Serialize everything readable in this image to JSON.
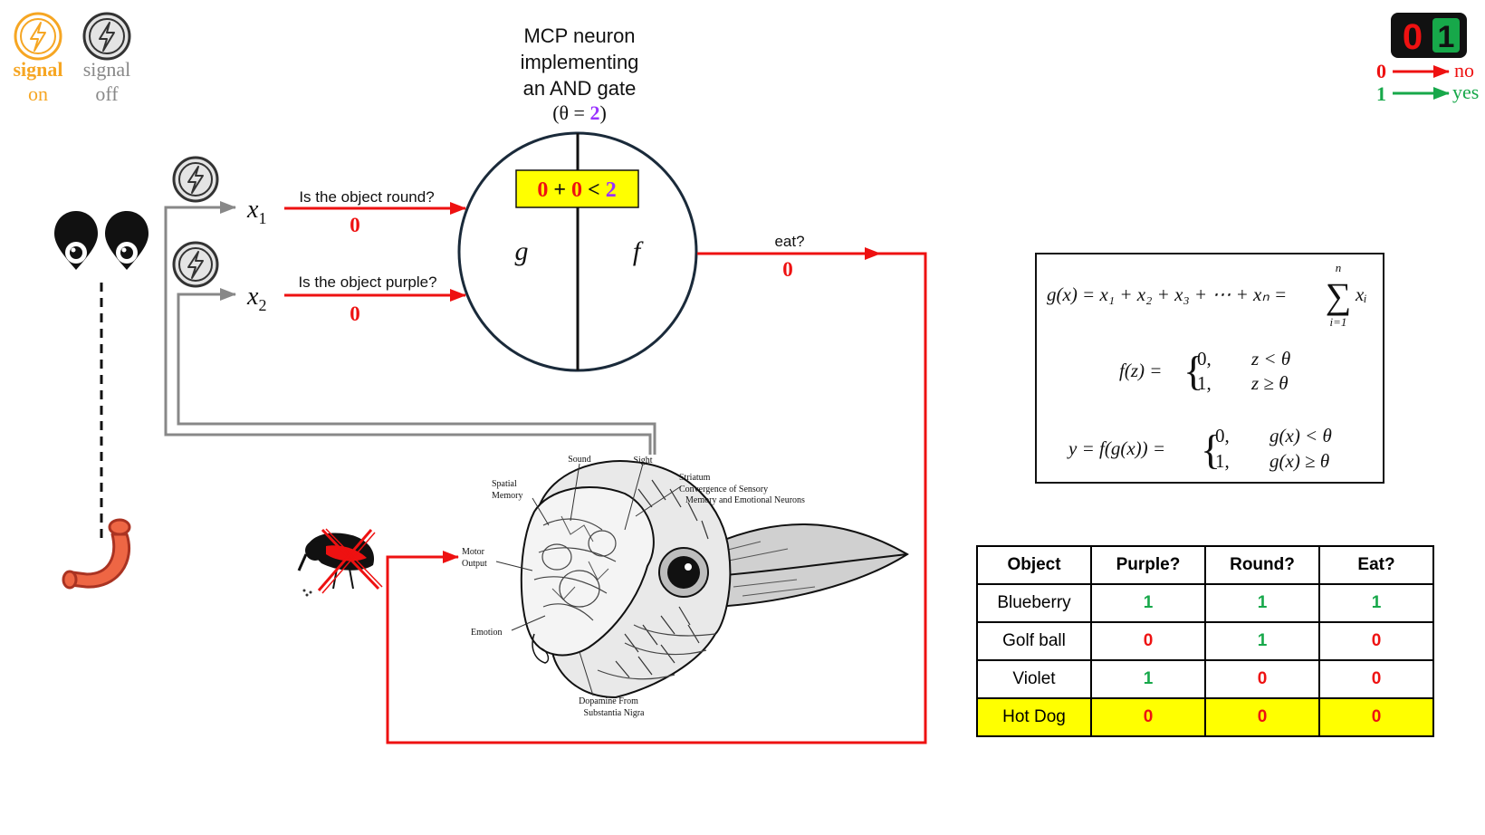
{
  "colors": {
    "signal_on": "#f6a623",
    "signal_off": "#888888",
    "zero_red": "#ee1111",
    "one_green": "#17a84a",
    "theta_purple": "#9933ff",
    "highlight_yellow": "#ffff00"
  },
  "legend": {
    "signal_word": "signal",
    "on_word": "on",
    "off_word": "off",
    "zero_digit": "0",
    "one_digit": "1",
    "no_label": "no",
    "yes_label": "yes"
  },
  "neuron": {
    "title_line1": "MCP neuron",
    "title_line2": "implementing",
    "title_line3": "an AND gate",
    "theta_prefix": "(θ = ",
    "theta_value": "2",
    "theta_suffix": ")",
    "box_a": "0",
    "box_plus": " + ",
    "box_b": "0",
    "box_lt": " < ",
    "box_theta": "2",
    "g_label": "g",
    "f_label": "f"
  },
  "inputs": [
    {
      "var": "x",
      "sub": "1",
      "question": "Is the object round?",
      "value": "0"
    },
    {
      "var": "x",
      "sub": "2",
      "question": "Is the object purple?",
      "value": "0"
    }
  ],
  "output": {
    "label": "eat?",
    "value": "0"
  },
  "brain_labels": {
    "sound": "Sound",
    "sight": "Sight",
    "spatial_1": "Spatial",
    "spatial_2": "Memory",
    "striatum_1": "Striatum",
    "striatum_2": "Convergence of Sensory",
    "striatum_3": "Memory and Emotional Neurons",
    "motor_1": "Motor",
    "motor_2": "Output",
    "emotion": "Emotion",
    "dopamine_1": "Dopamine From",
    "dopamine_2": "Substantia Nigra"
  },
  "formulas": {
    "g_def": "g(x) = x₁ + x₂ + x₃ + ⋯ + xₙ =",
    "sum_top": "n",
    "sum_sym": "∑",
    "sum_bottom": "i=1",
    "sum_term": "xᵢ",
    "f_lhs": "f(z) =",
    "f_case0": "0,",
    "f_cond0": "z < θ",
    "f_case1": "1,",
    "f_cond1": "z ≥ θ",
    "y_lhs": "y = f(g(x)) =",
    "y_case0": "0,",
    "y_cond0": "g(x) < θ",
    "y_case1": "1,",
    "y_cond1": "g(x) ≥ θ"
  },
  "table": {
    "headers": [
      "Object",
      "Purple?",
      "Round?",
      "Eat?"
    ],
    "rows": [
      {
        "object": "Blueberry",
        "purple": "1",
        "round": "1",
        "eat": "1"
      },
      {
        "object": "Golf ball",
        "purple": "0",
        "round": "1",
        "eat": "0"
      },
      {
        "object": "Violet",
        "purple": "1",
        "round": "0",
        "eat": "0"
      },
      {
        "object": "Hot Dog",
        "purple": "0",
        "round": "0",
        "eat": "0"
      }
    ]
  }
}
